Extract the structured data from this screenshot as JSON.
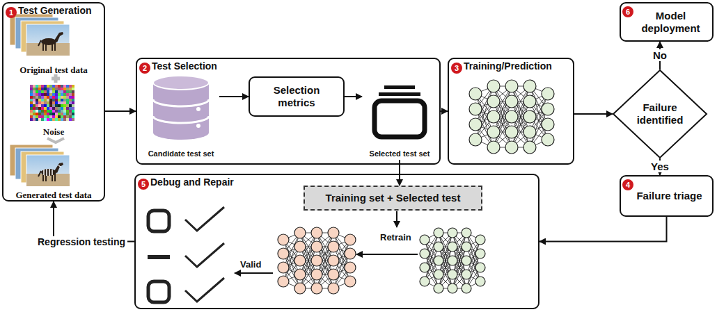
{
  "diagram": {
    "nodes": [
      {
        "text": [
          "1",
          "Test Generation",
          "Original test data",
          "Noise",
          "Generated test data"
        ]
      },
      {
        "text": [
          "2",
          "Test Selection"
        ]
      },
      {
        "text": [
          "Candidate test set"
        ],
        "in": 1
      },
      {
        "text": [
          "Selection metrics"
        ],
        "in": 1
      },
      {
        "text": [
          "Selected test set"
        ],
        "in": 1
      },
      {
        "text": [
          "3",
          "Training/Prediction"
        ]
      },
      {
        "text": [
          "Failure identified"
        ]
      },
      {
        "text": [
          "6",
          "Model deployment"
        ]
      },
      {
        "text": [
          "4",
          "Failure triage"
        ]
      },
      {
        "text": [
          "5",
          "Debug and Repair"
        ]
      },
      {
        "text": [
          "Training set + Selected test"
        ],
        "in": 9
      }
    ],
    "edges": [
      {
        "from": 0,
        "to": 1,
        "arrow": "to"
      },
      {
        "from": 2,
        "to": 3,
        "arrow": "to"
      },
      {
        "from": 3,
        "to": 4,
        "arrow": "to"
      },
      {
        "from": 1,
        "to": 5,
        "arrow": "to"
      },
      {
        "from": 5,
        "to": 6,
        "arrow": "to"
      },
      {
        "from": 6,
        "to": 7,
        "label": "No",
        "arrow": "to"
      },
      {
        "from": 6,
        "to": 8,
        "label": "Yes",
        "arrow": "to"
      },
      {
        "from": 8,
        "to": 9,
        "arrow": "to"
      },
      {
        "from": 4,
        "to": 10,
        "arrow": "to"
      },
      {
        "from": 9,
        "to": 0,
        "label": "Regression testing",
        "arrow": "to"
      }
    ],
    "labels": [
      "Retrain",
      "Valid"
    ]
  }
}
